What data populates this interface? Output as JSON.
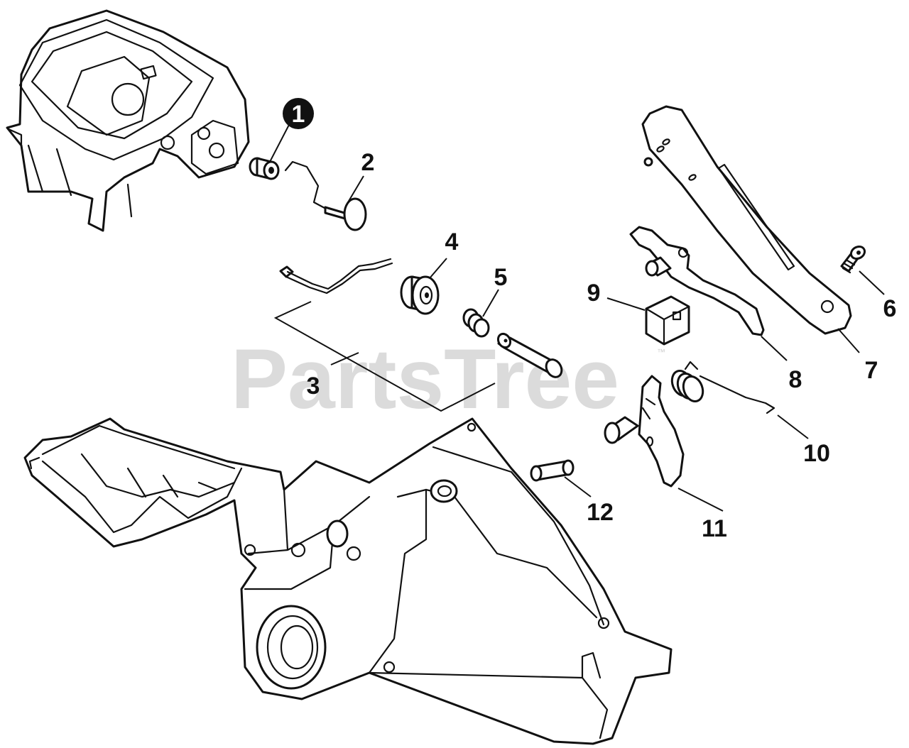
{
  "watermark": {
    "text": "PartsTree",
    "mark": "™"
  },
  "callouts": [
    {
      "id": 1,
      "label": "1",
      "highlighted": true
    },
    {
      "id": 2,
      "label": "2"
    },
    {
      "id": 3,
      "label": "3"
    },
    {
      "id": 4,
      "label": "4"
    },
    {
      "id": 5,
      "label": "5"
    },
    {
      "id": 6,
      "label": "6"
    },
    {
      "id": 7,
      "label": "7"
    },
    {
      "id": 8,
      "label": "8"
    },
    {
      "id": 9,
      "label": "9"
    },
    {
      "id": 10,
      "label": "10"
    },
    {
      "id": 11,
      "label": "11"
    },
    {
      "id": 12,
      "label": "12"
    }
  ],
  "colors": {
    "line": "#111111",
    "watermark": "#cfcfcf",
    "background": "#ffffff"
  }
}
